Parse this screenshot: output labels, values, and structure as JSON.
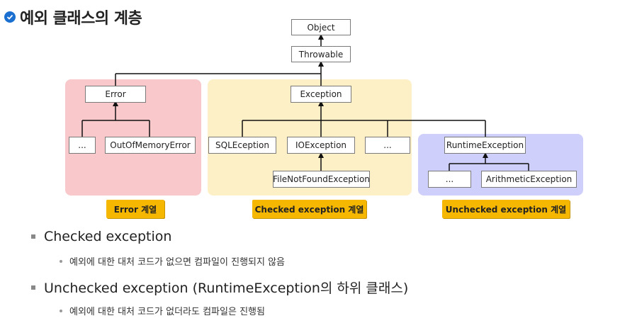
{
  "title": "예외 클래스의 계층",
  "nodes": {
    "object": "Object",
    "throwable": "Throwable",
    "error": "Error",
    "error_etc": "...",
    "out_of_memory": "OutOfMemoryError",
    "exception": "Exception",
    "sql": "SQLEception",
    "io": "IOException",
    "checked_etc": "...",
    "file_not_found": "FileNotFoundException",
    "runtime": "RuntimeException",
    "unchecked_etc": "...",
    "arithmetic": "ArithmeticException"
  },
  "tags": {
    "error": "Error 계열",
    "checked": "Checked exception 계열",
    "unchecked": "Unchecked exception 계열"
  },
  "bullets": [
    {
      "main": "Checked exception",
      "sub": "예외에 대한 대처 코드가 없으면 컴파일이 진행되지 않음"
    },
    {
      "main": "Unchecked exception (RuntimeException의 하위 클래스)",
      "sub": "예외에 대한 대처 코드가 없더라도 컴파일은 진행됨"
    }
  ],
  "colors": {
    "error_group": "#f9c8cb",
    "checked_group": "#fdf0c6",
    "unchecked_group": "#cfcffb",
    "tag": "#f5b700",
    "title_icon": "#1a6fd0"
  }
}
